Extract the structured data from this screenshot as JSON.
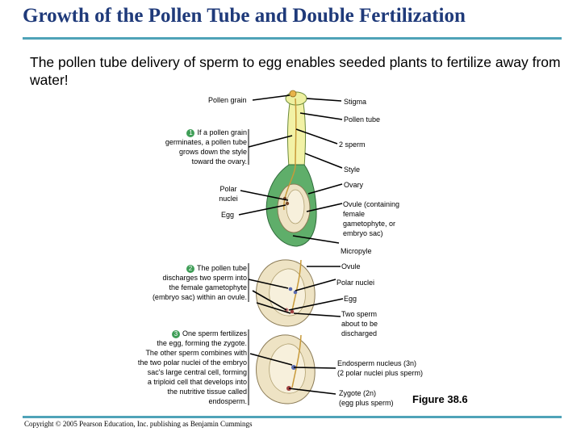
{
  "header": {
    "title": "Growth of the Pollen Tube and Double Fertilization",
    "subtitle": "The pollen tube delivery of sperm to egg enables seeded plants to fertilize away from water!"
  },
  "labels": {
    "pollen_grain": "Pollen grain",
    "stigma": "Stigma",
    "pollen_tube": "Pollen tube",
    "two_sperm": "2 sperm",
    "style": "Style",
    "ovary": "Ovary",
    "polar_nuclei": "Polar\nnuclei",
    "egg": "Egg",
    "ovule_containing": "Ovule (containing\nfemale\ngametophyte, or\nembryo sac)",
    "micropyle": "Micropyle",
    "ovule": "Ovule",
    "polar_nuclei_2": "Polar nuclei",
    "egg_2": "Egg",
    "two_sperm_discharged": "Two sperm\nabout to be\ndischarged",
    "endosperm_nucleus": "Endosperm nucleus (3n)\n(2 polar nuclei plus sperm)",
    "zygote": "Zygote (2n)\n(egg plus sperm)"
  },
  "steps": [
    {
      "num": "1",
      "text": "If a pollen grain\ngerminates, a pollen tube\ngrows down the style\ntoward the ovary."
    },
    {
      "num": "2",
      "text": "The pollen tube\ndischarges two sperm into\nthe female gametophyte\n(embryo sac) within an ovule."
    },
    {
      "num": "3",
      "text": "One sperm fertilizes\nthe egg, forming the zygote.\nThe other sperm combines with\nthe two polar nuclei of the embryo\nsac's large central cell, forming\na triploid cell that develops into\nthe nutritive tissue called\nendosperm."
    }
  ],
  "figure_label": "Figure 38.6",
  "copyright": "Copyright © 2005 Pearson Education, Inc. publishing as Benjamin Cummings",
  "colors": {
    "title": "#1f3a7a",
    "rule": "#4fa3b8",
    "step_number": "#3f9e57",
    "ovary_green": "#5fae6a",
    "stigma_yellow": "#eef0a0",
    "ovule_beige": "#eee3c4"
  }
}
